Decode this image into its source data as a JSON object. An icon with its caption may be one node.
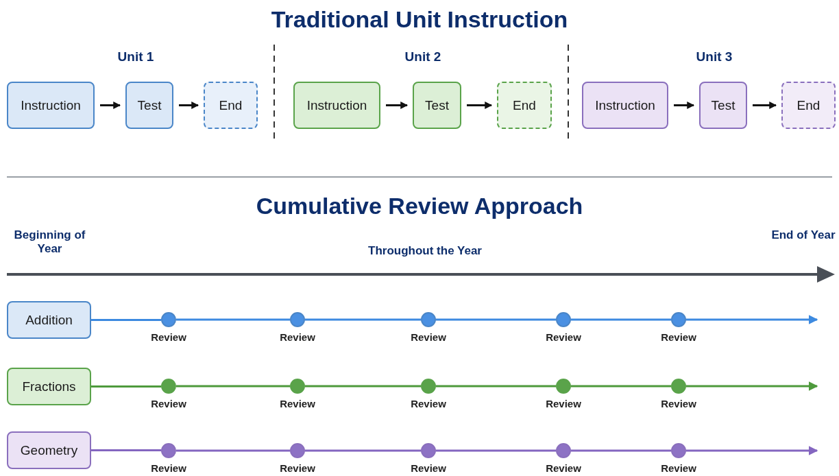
{
  "diagram": {
    "title": "Traditional Unit Instruction",
    "nodes": [
      {
        "text": [
          "Instruction"
        ]
      },
      {
        "text": [
          "Test"
        ]
      },
      {
        "text": [
          "End"
        ]
      },
      {
        "text": [
          "Instruction"
        ]
      },
      {
        "text": [
          "Test"
        ]
      },
      {
        "text": [
          "End"
        ]
      },
      {
        "text": [
          "Instruction"
        ]
      },
      {
        "text": [
          "Test"
        ]
      },
      {
        "text": [
          "End"
        ]
      },
      {
        "text": [
          "Addition"
        ]
      },
      {
        "text": [],
        "shape": "circle",
        "beside": [
          "Review"
        ]
      },
      {
        "text": [],
        "shape": "circle",
        "beside": [
          "Review"
        ]
      },
      {
        "text": [],
        "shape": "circle",
        "beside": [
          "Review"
        ]
      },
      {
        "text": [],
        "shape": "circle",
        "beside": [
          "Review"
        ]
      },
      {
        "text": [],
        "shape": "circle",
        "beside": [
          "Review"
        ]
      },
      {
        "text": [
          "Fractions"
        ]
      },
      {
        "text": [],
        "shape": "circle",
        "beside": [
          "Review"
        ]
      },
      {
        "text": [],
        "shape": "circle",
        "beside": [
          "Review"
        ]
      },
      {
        "text": [],
        "shape": "circle",
        "beside": [
          "Review"
        ]
      },
      {
        "text": [],
        "shape": "circle",
        "beside": [
          "Review"
        ]
      },
      {
        "text": [],
        "shape": "circle",
        "beside": [
          "Review"
        ]
      },
      {
        "text": [
          "Geometry"
        ]
      },
      {
        "text": [],
        "shape": "circle",
        "beside": [
          "Review"
        ]
      },
      {
        "text": [],
        "shape": "circle",
        "beside": [
          "Review"
        ]
      },
      {
        "text": [],
        "shape": "circle",
        "beside": [
          "Review"
        ]
      },
      {
        "text": [],
        "shape": "circle",
        "beside": [
          "Review"
        ]
      },
      {
        "text": [],
        "shape": "circle",
        "beside": [
          "Review"
        ]
      }
    ],
    "edges": [
      {
        "from": 0,
        "to": 1,
        "arrow": "to"
      },
      {
        "from": 1,
        "to": 2,
        "arrow": "to"
      },
      {
        "from": 3,
        "to": 4,
        "arrow": "to"
      },
      {
        "from": 4,
        "to": 5,
        "arrow": "to"
      },
      {
        "from": 6,
        "to": 7,
        "arrow": "to"
      },
      {
        "from": 7,
        "to": 8,
        "arrow": "to"
      },
      {
        "from": 9,
        "to": 10,
        "arrow": "none",
        "color": "#3d8ae0"
      },
      {
        "from": 10,
        "to": 11,
        "arrow": "none",
        "color": "#3d8ae0"
      },
      {
        "from": 11,
        "to": 12,
        "arrow": "none",
        "color": "#3d8ae0"
      },
      {
        "from": 12,
        "to": 13,
        "arrow": "none",
        "color": "#3d8ae0"
      },
      {
        "from": 13,
        "to": 14,
        "arrow": "none",
        "color": "#3d8ae0"
      },
      {
        "from": 14,
        "to": null,
        "arrow": "to",
        "color": "#3d8ae0"
      },
      {
        "from": 15,
        "to": 16,
        "arrow": "none",
        "color": "#4e9a3c"
      },
      {
        "from": 16,
        "to": 17,
        "arrow": "none",
        "color": "#4e9a3c"
      },
      {
        "from": 17,
        "to": 18,
        "arrow": "none",
        "color": "#4e9a3c"
      },
      {
        "from": 18,
        "to": 19,
        "arrow": "none",
        "color": "#4e9a3c"
      },
      {
        "from": 19,
        "to": 20,
        "arrow": "none",
        "color": "#4e9a3c"
      },
      {
        "from": 20,
        "to": null,
        "arrow": "to",
        "color": "#4e9a3c"
      },
      {
        "from": 21,
        "to": 22,
        "arrow": "none",
        "color": "#8466c0"
      },
      {
        "from": 22,
        "to": 23,
        "arrow": "none",
        "color": "#8466c0"
      },
      {
        "from": 23,
        "to": 24,
        "arrow": "none",
        "color": "#8466c0"
      },
      {
        "from": 24,
        "to": 25,
        "arrow": "none",
        "color": "#8466c0"
      },
      {
        "from": 25,
        "to": 26,
        "arrow": "none",
        "color": "#8466c0"
      },
      {
        "from": 26,
        "to": null,
        "arrow": "to",
        "color": "#8466c0"
      }
    ],
    "labels": [
      "Unit 1",
      "Unit 2",
      "Unit 3",
      "Cumulative Review Approach",
      "Beginning of Year",
      "Throughout the Year",
      "End of Year"
    ]
  }
}
